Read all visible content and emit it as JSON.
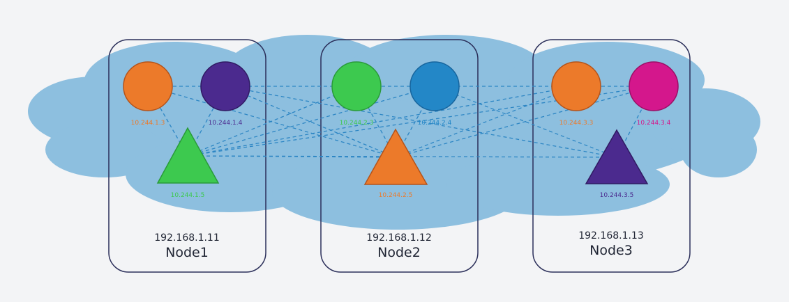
{
  "colors": {
    "background": "#f3f4f6",
    "cloud": "#8dbfdf",
    "node_border": "#2b2f5a",
    "link": "#2d86c4"
  },
  "nodes": [
    {
      "ip": "192.168.1.11",
      "name": "Node1",
      "pods": [
        {
          "shape": "circle",
          "color": "#ec7a2a",
          "ip": "10.244.1.3"
        },
        {
          "shape": "circle",
          "color": "#4b2a8e",
          "ip": "10.244.1.4"
        },
        {
          "shape": "triangle",
          "color": "#3dc94f",
          "ip": "10.244.1.5"
        }
      ]
    },
    {
      "ip": "192.168.1.12",
      "name": "Node2",
      "pods": [
        {
          "shape": "circle",
          "color": "#3dc94f",
          "ip": "10.244.2.3"
        },
        {
          "shape": "circle",
          "color": "#2387c7",
          "ip": "10.244.2.4"
        },
        {
          "shape": "triangle",
          "color": "#ec7a2a",
          "ip": "10.244.2.5"
        }
      ]
    },
    {
      "ip": "192.168.1.13",
      "name": "Node3",
      "pods": [
        {
          "shape": "circle",
          "color": "#ec7a2a",
          "ip": "10.244.3.3"
        },
        {
          "shape": "circle",
          "color": "#d4178c",
          "ip": "10.244.3.4"
        },
        {
          "shape": "triangle",
          "color": "#4b2a8e",
          "ip": "10.244.3.5"
        }
      ]
    }
  ]
}
